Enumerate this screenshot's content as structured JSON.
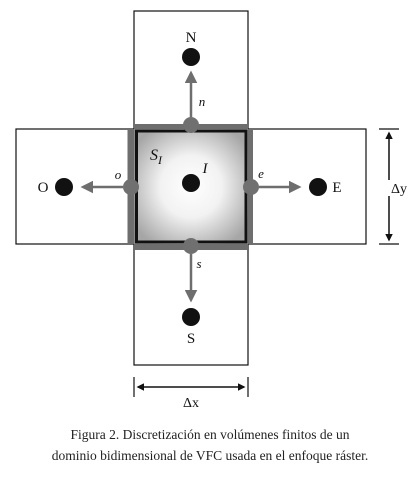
{
  "nodes": {
    "north": "N",
    "south": "S",
    "east": "E",
    "west": "O",
    "center": "I"
  },
  "faces": {
    "north": "n",
    "south": "s",
    "east": "e",
    "west": "o"
  },
  "surface_label": "S",
  "surface_subscript": "I",
  "dimensions": {
    "dx": "Δx",
    "dy": "Δy"
  },
  "caption": {
    "line1": "Figura 2. Discretización en volúmenes finitos de un",
    "line2": "dominio bidimensional de VFC usada en el enfoque ráster."
  },
  "colors": {
    "outline": "#111111",
    "face_gray": "#707070",
    "node": "#111111",
    "gradient_center": "#ffffff",
    "gradient_edge": "#a8a8a8"
  }
}
